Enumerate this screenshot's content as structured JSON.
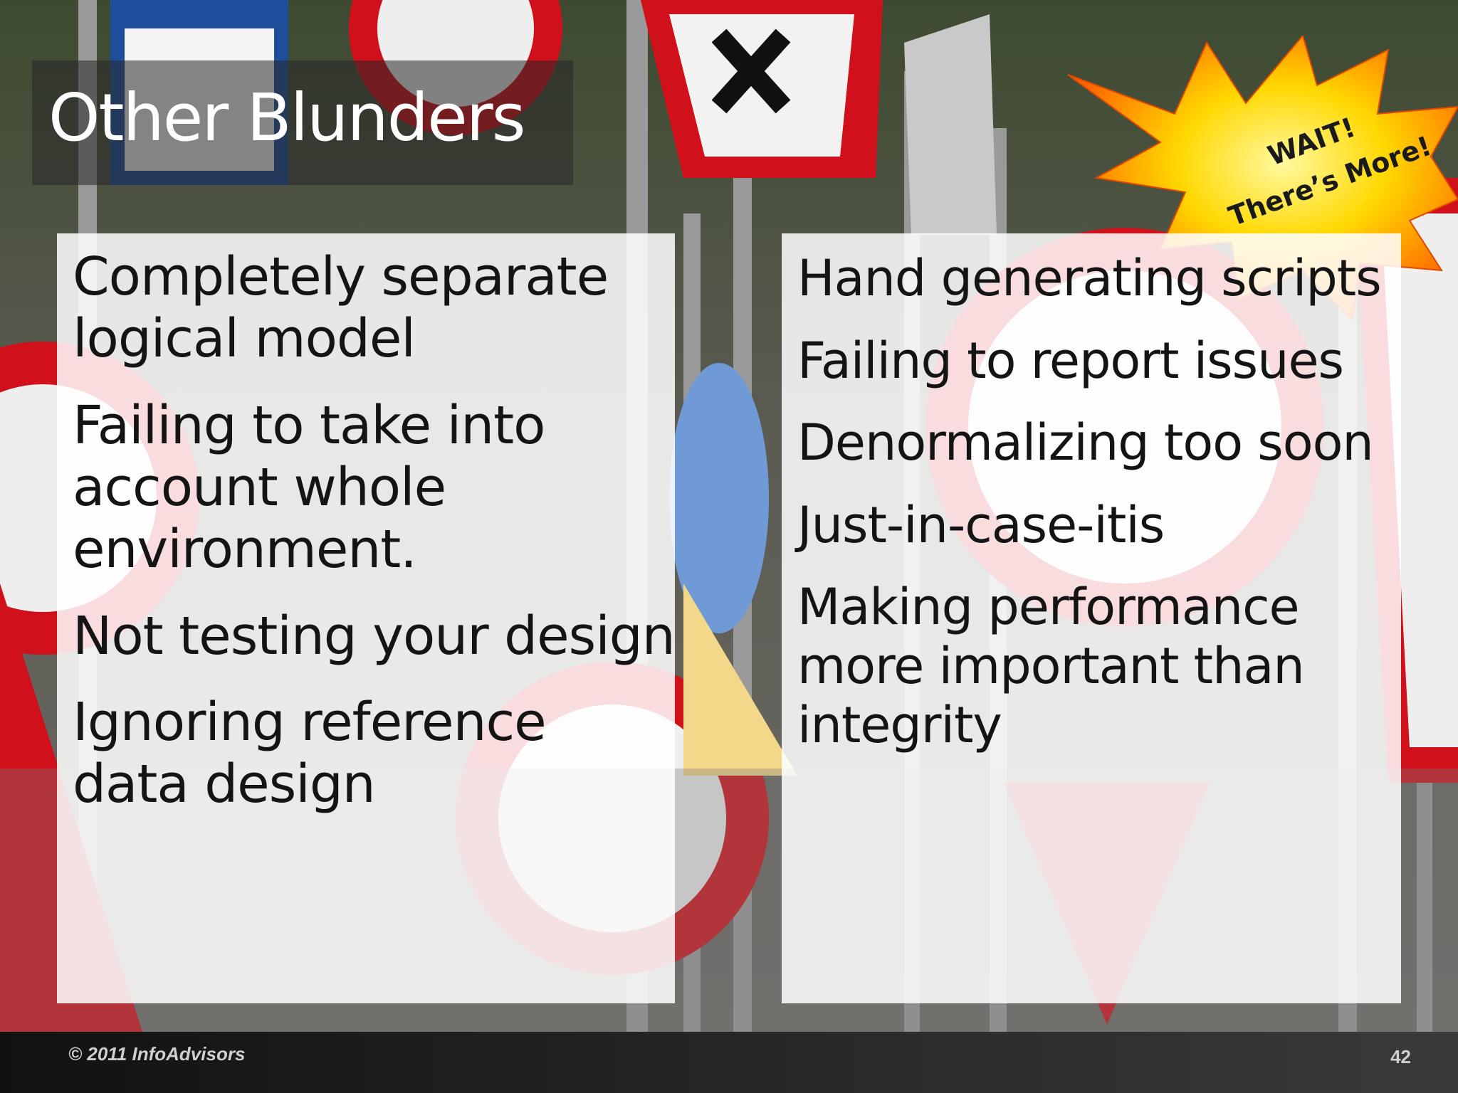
{
  "slide": {
    "title": "Other Blunders",
    "colors": {
      "sign_red": "#d0101a",
      "panel_bg": "#ffffff",
      "text": "#141414",
      "star_yellow": "#ffd800",
      "star_orange": "#ff6a00"
    }
  },
  "left_bullets": [
    "Completely separate logical model",
    "Failing to take into account whole environment.",
    "Not testing your design",
    "Ignoring reference data design"
  ],
  "right_bullets": [
    "Hand generating scripts",
    "Failing to report issues",
    "Denormalizing too soon",
    "Just-in-case-itis",
    "Making performance more important than integrity"
  ],
  "starburst": {
    "line1": "WAIT!",
    "line2": "There’s More!"
  },
  "footer": {
    "copyright": "© 2011 InfoAdvisors",
    "page_number": "42"
  }
}
